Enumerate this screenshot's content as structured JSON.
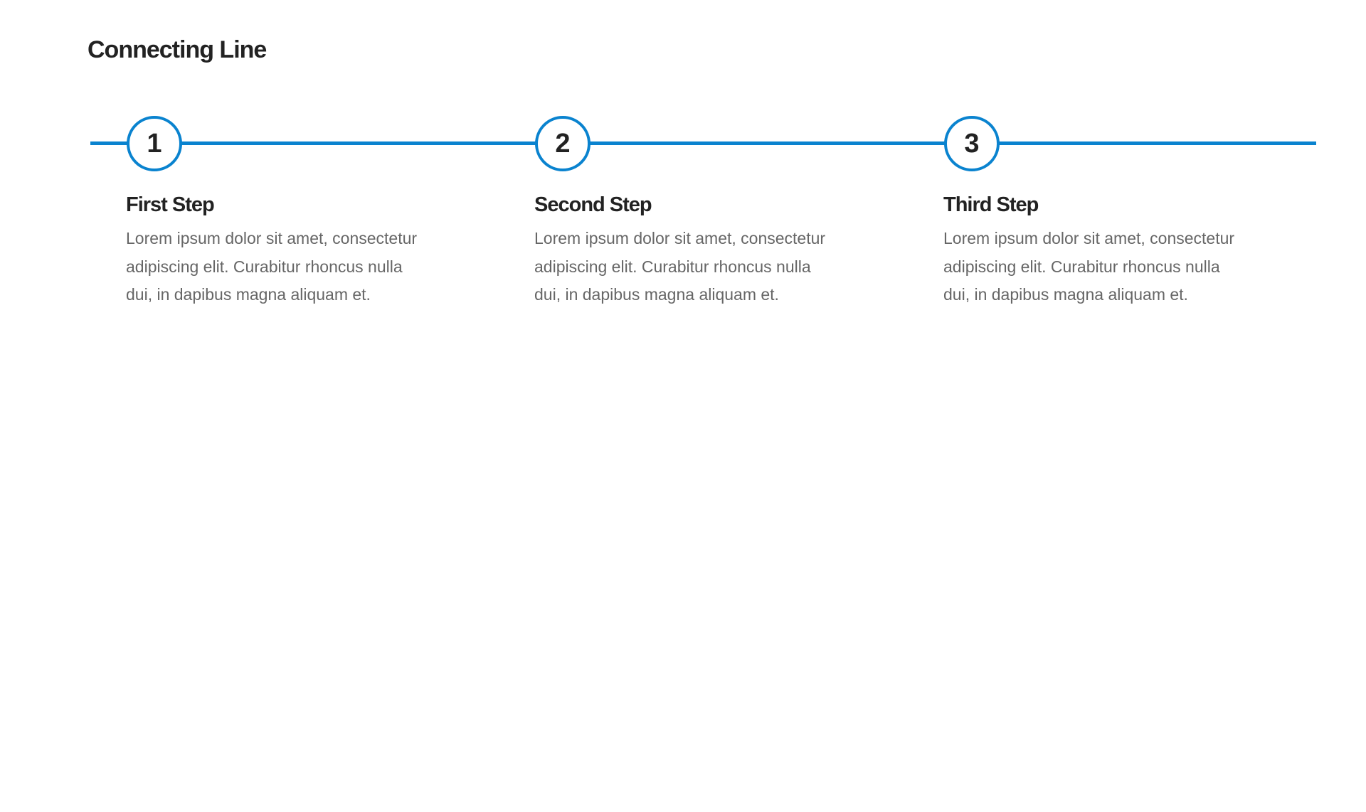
{
  "page": {
    "title": "Connecting Line"
  },
  "colors": {
    "accent": "#0a83cf",
    "heading": "#222222",
    "body_text": "#666666",
    "background": "#ffffff"
  },
  "steps": [
    {
      "number": "1",
      "title": "First Step",
      "description": "Lorem ipsum dolor sit amet, consectetur adipiscing elit. Curabitur rhoncus nulla dui, in dapibus magna aliquam et."
    },
    {
      "number": "2",
      "title": "Second Step",
      "description": "Lorem ipsum dolor sit amet, consectetur adipiscing elit. Curabitur rhoncus nulla dui, in dapibus magna aliquam et."
    },
    {
      "number": "3",
      "title": "Third Step",
      "description": "Lorem ipsum dolor sit amet, consectetur adipiscing elit. Curabitur rhoncus nulla dui, in dapibus magna aliquam et."
    }
  ]
}
